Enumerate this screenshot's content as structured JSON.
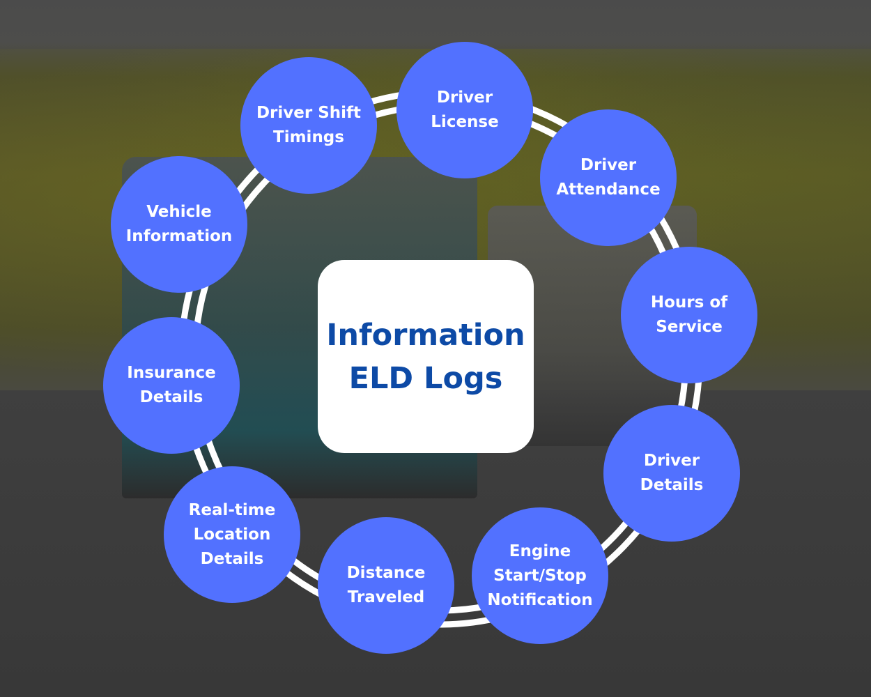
{
  "title": "Information\nELD Logs",
  "colors": {
    "node": "#5271ff",
    "title": "#0d4aa6",
    "ring": "#ffffff"
  },
  "nodes": [
    {
      "label": "Driver Shift\nTimings"
    },
    {
      "label": "Driver\nLicense"
    },
    {
      "label": "Driver\nAttendance"
    },
    {
      "label": "Hours of\nService"
    },
    {
      "label": "Driver\nDetails"
    },
    {
      "label": "Engine\nStart/Stop\nNotification"
    },
    {
      "label": "Distance\nTraveled"
    },
    {
      "label": "Real-time\nLocation\nDetails"
    },
    {
      "label": "Insurance\nDetails"
    },
    {
      "label": "Vehicle\nInformation"
    }
  ]
}
